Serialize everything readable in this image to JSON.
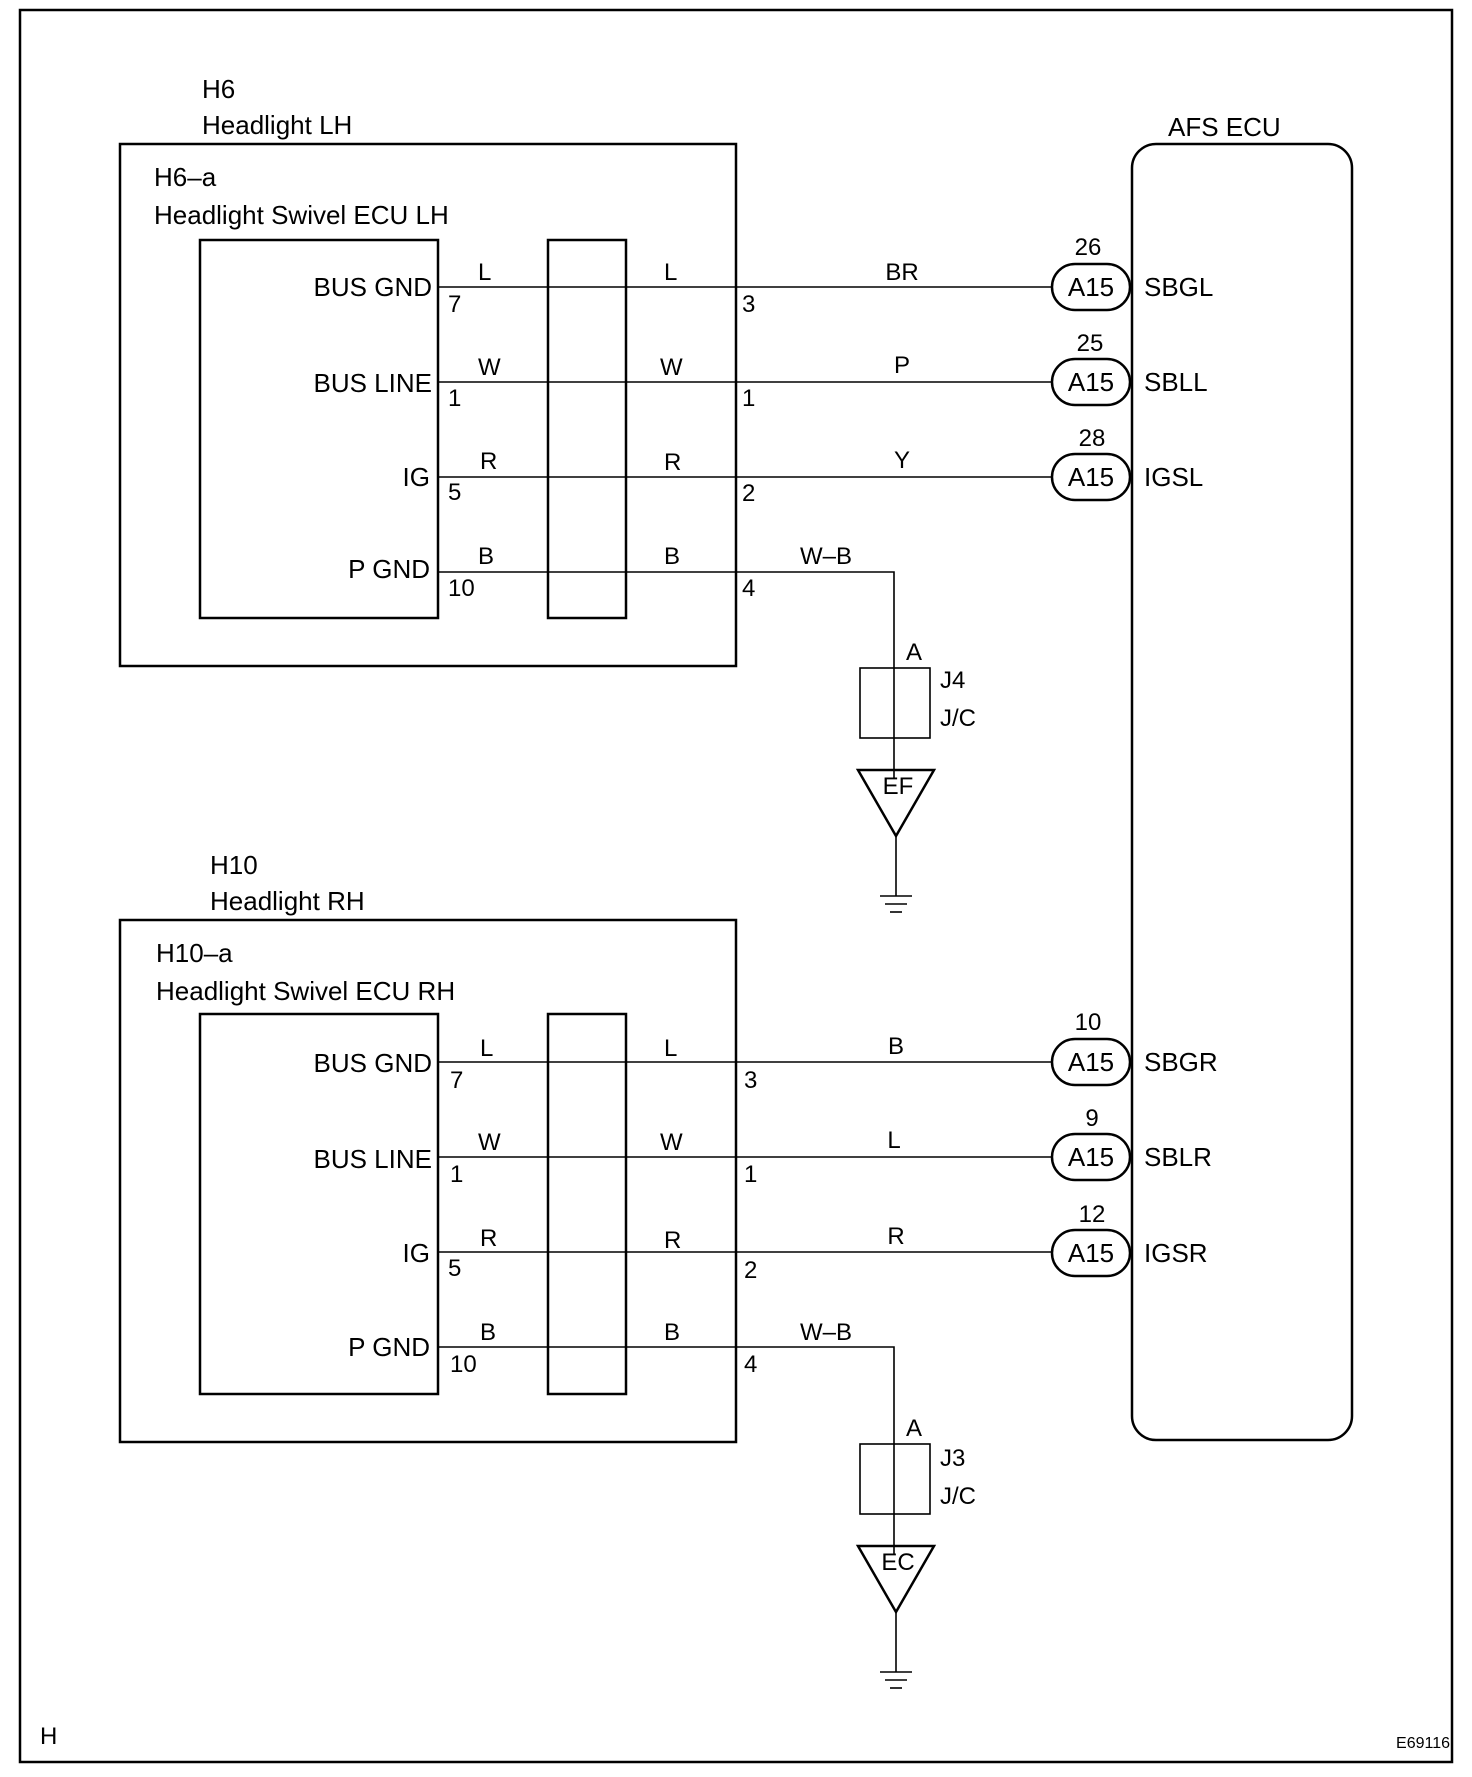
{
  "page": {
    "corner_label": "H",
    "figure_id": "E69116"
  },
  "afs_ecu": {
    "title": "AFS ECU",
    "connector": "A15",
    "terminals": [
      {
        "pin": "26",
        "name": "SBGL"
      },
      {
        "pin": "25",
        "name": "SBLL"
      },
      {
        "pin": "28",
        "name": "IGSL"
      },
      {
        "pin": "10",
        "name": "SBGR"
      },
      {
        "pin": "9",
        "name": "SBLR"
      },
      {
        "pin": "12",
        "name": "IGSR"
      }
    ]
  },
  "left_unit": {
    "code": "H6",
    "name": "Headlight LH",
    "sub_code": "H6–a",
    "sub_name": "Headlight Swivel ECU LH",
    "signals": [
      {
        "label": "BUS GND",
        "inner_pin": "7",
        "inner_color": "L",
        "outer_color": "L",
        "outer_pin": "3",
        "wire_color": "BR"
      },
      {
        "label": "BUS LINE",
        "inner_pin": "1",
        "inner_color": "W",
        "outer_color": "W",
        "outer_pin": "1",
        "wire_color": "P"
      },
      {
        "label": "IG",
        "inner_pin": "5",
        "inner_color": "R",
        "outer_color": "R",
        "outer_pin": "2",
        "wire_color": "Y"
      },
      {
        "label": "P GND",
        "inner_pin": "10",
        "inner_color": "B",
        "outer_color": "B",
        "outer_pin": "4",
        "wire_color": "W–B"
      }
    ],
    "junction": {
      "pin": "A",
      "code": "J4",
      "type": "J/C",
      "ground": "EF"
    }
  },
  "right_unit": {
    "code": "H10",
    "name": "Headlight RH",
    "sub_code": "H10–a",
    "sub_name": "Headlight Swivel ECU RH",
    "signals": [
      {
        "label": "BUS GND",
        "inner_pin": "7",
        "inner_color": "L",
        "outer_color": "L",
        "outer_pin": "3",
        "wire_color": "B"
      },
      {
        "label": "BUS LINE",
        "inner_pin": "1",
        "inner_color": "W",
        "outer_color": "W",
        "outer_pin": "1",
        "wire_color": "L"
      },
      {
        "label": "IG",
        "inner_pin": "5",
        "inner_color": "R",
        "outer_color": "R",
        "outer_pin": "2",
        "wire_color": "R"
      },
      {
        "label": "P GND",
        "inner_pin": "10",
        "inner_color": "B",
        "outer_color": "B",
        "outer_pin": "4",
        "wire_color": "W–B"
      }
    ],
    "junction": {
      "pin": "A",
      "code": "J3",
      "type": "J/C",
      "ground": "EC"
    }
  }
}
